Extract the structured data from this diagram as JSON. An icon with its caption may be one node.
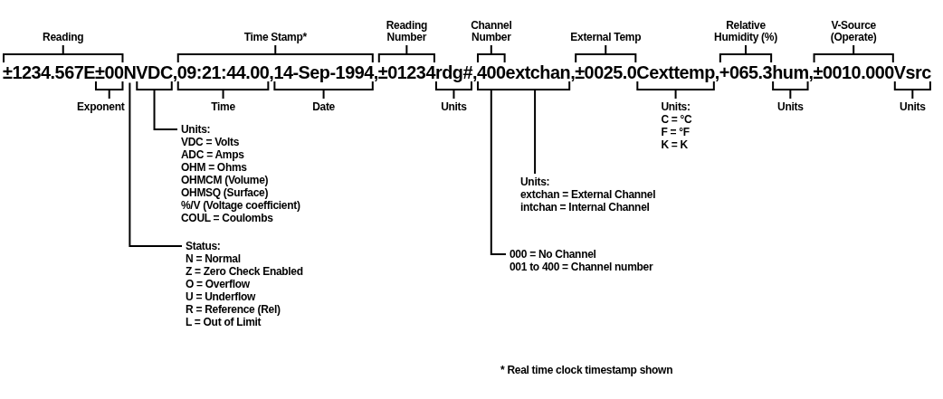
{
  "diagram": {
    "nodes": [
      {
        "text": [
          "±1234.567E±00NVDC,09:21:44.00,14-Sep-1994,±01234rdg#,400extchan,±0025.0Cexttemp,+065.3hum,±0010.000Vsrc"
        ]
      },
      {
        "text": [],
        "shape": "bracket"
      },
      {
        "text": [],
        "shape": "bracket"
      },
      {
        "text": [
          "Units:",
          "VDC = Volts",
          "ADC = Amps",
          "OHM = Ohms",
          "OHMCM (Volume)",
          "OHMSQ (Surface)",
          "%/V (Voltage coefficient)",
          "COUL = Coulombs"
        ]
      },
      {
        "text": [
          "Units:",
          "extchan = External Channel",
          "intchan = Internal Channel"
        ]
      },
      {
        "text": [
          "Status:",
          "N = Normal",
          "Z = Zero Check Enabled",
          "O = Overflow",
          "U = Underflow",
          "R = Reference (Rel)",
          "L = Out of Limit"
        ]
      },
      {
        "text": [
          "000 = No Channel",
          "001 to 400 = Channel number"
        ]
      }
    ],
    "edges": [
      {
        "from": 3,
        "to": 1,
        "arrow": "none"
      },
      {
        "from": 5,
        "to": 0,
        "arrow": "none"
      },
      {
        "from": 4,
        "to": 2,
        "arrow": "none"
      },
      {
        "from": 6,
        "to": 2,
        "arrow": "none"
      }
    ],
    "labels": [
      "Reading Number",
      "Channel Number",
      "External Temp",
      "Relative Humidity (%)",
      "V-Source (Operate)",
      "Reading",
      "Time Stamp*",
      "Exponent",
      "Time",
      "Date",
      "Units",
      "Units:",
      "Units",
      "Units",
      "C = °C",
      "F = °F",
      "K = K",
      "* Real time clock timestamp shown"
    ]
  }
}
